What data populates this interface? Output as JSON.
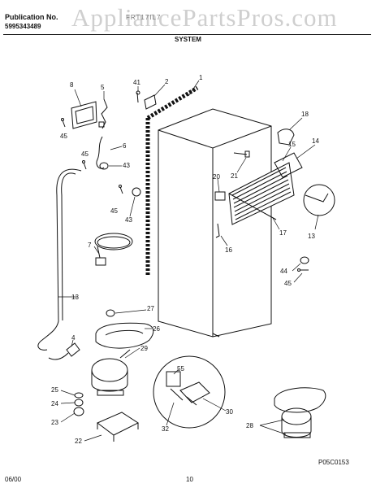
{
  "header": {
    "publication_label": "Publication No.",
    "publication_number": "5995343489",
    "watermark": "AppliancePartsPros.com",
    "model_text": "FRT17IL7",
    "section_title": "SYSTEM"
  },
  "diagram": {
    "figure_code": "P05C0153",
    "callouts": {
      "c1": "1",
      "c2": "2",
      "c4": "4",
      "c5": "5",
      "c6": "6",
      "c7": "7",
      "c8": "8",
      "c13a": "13",
      "c13b": "13",
      "c14": "14",
      "c15": "15",
      "c16": "16",
      "c17": "17",
      "c18": "18",
      "c20": "20",
      "c21": "21",
      "c22": "22",
      "c23": "23",
      "c24": "24",
      "c25": "25",
      "c26": "26",
      "c27": "27",
      "c28": "28",
      "c29": "29",
      "c30": "30",
      "c32": "32",
      "c41": "41",
      "c43a": "43",
      "c43b": "43",
      "c44": "44",
      "c45a": "45",
      "c45b": "45",
      "c45c": "45",
      "c45d": "45",
      "c55": "55"
    }
  },
  "footer": {
    "date": "06/00",
    "page": "10"
  }
}
